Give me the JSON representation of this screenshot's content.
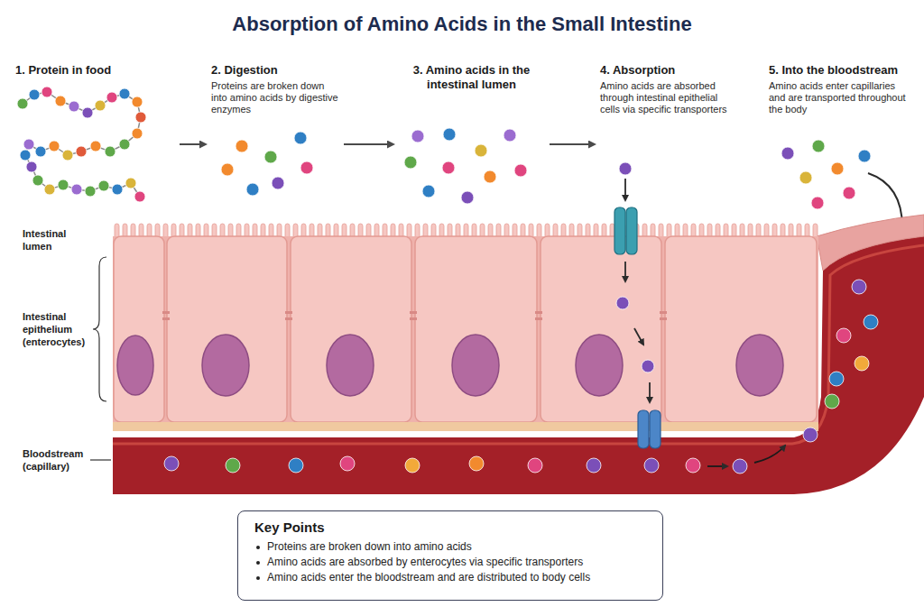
{
  "diagram": {
    "title": "Absorption of Amino Acids in the Small Intestine",
    "nodes": [
      {
        "text": [
          "1. Protein in food"
        ]
      },
      {
        "text": [
          "2. Digestion",
          "Proteins are broken down into amino acids by digestive enzymes"
        ]
      },
      {
        "text": [
          "3. Amino acids in the intestinal lumen"
        ]
      },
      {
        "text": [
          "4. Absorption",
          "Amino acids are absorbed through intestinal epithelial cells via specific transporters"
        ]
      },
      {
        "text": [
          "5. Into the bloodstream",
          "Amino acids enter capillaries and are transported throughout the body"
        ]
      },
      {
        "text": [
          "Key Points",
          "Proteins are broken down into amino acids",
          "Amino acids are absorbed by enterocytes via specific transporters",
          "Amino acids enter the bloodstream and are distributed to body cells"
        ]
      }
    ],
    "edges": [
      {
        "from": 0,
        "to": 1,
        "arrow": "to"
      },
      {
        "from": 1,
        "to": 2,
        "arrow": "to"
      },
      {
        "from": 2,
        "to": 3,
        "arrow": "to"
      }
    ],
    "labels": [
      "Intestinal lumen",
      "Intestinal epithelium (enterocytes)",
      "Bloodstream (capillary)"
    ]
  }
}
